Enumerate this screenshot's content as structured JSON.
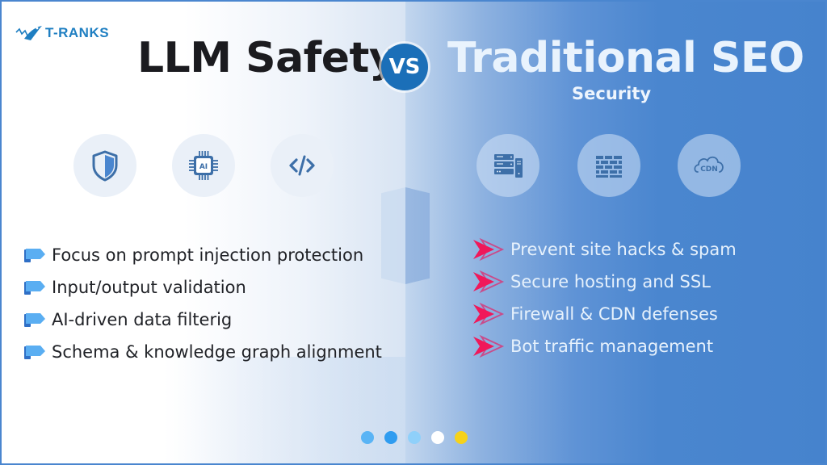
{
  "brand": {
    "logo_text": "T-RANKS",
    "logo_color": "#1f7fc2"
  },
  "header": {
    "left_title": "LLM Safety",
    "vs_label": "VS",
    "right_title": "Traditional SEO",
    "right_subtitle": "Security"
  },
  "left_icons": [
    {
      "name": "shield-icon"
    },
    {
      "name": "ai-chip-icon",
      "label": "AI"
    },
    {
      "name": "code-icon",
      "label": "</>"
    }
  ],
  "right_icons": [
    {
      "name": "server-icon"
    },
    {
      "name": "firewall-icon"
    },
    {
      "name": "cdn-cloud-icon",
      "label": "CDN"
    }
  ],
  "left_list": {
    "items": [
      "Focus on prompt injection protection",
      "Input/output validation",
      "AI-driven data filterig",
      "Schema & knowledge graph alignment"
    ]
  },
  "right_list": {
    "items": [
      "Prevent site hacks & spam",
      "Secure hosting and SSL",
      "Firewall & CDN defenses",
      "Bot traffic management"
    ]
  },
  "pagination": {
    "dots": [
      {
        "color": "#5ab4f5"
      },
      {
        "color": "#2f9cf0"
      },
      {
        "color": "#8fd0fa"
      },
      {
        "color": "#ffffff"
      },
      {
        "color": "#f6d21a"
      }
    ]
  },
  "colors": {
    "left_bg": "#ffffff",
    "right_bg": "#4683cd",
    "vs_badge": "#1b6fb8",
    "arrow_accent": "#f0185a",
    "border": "#4a86cf"
  }
}
